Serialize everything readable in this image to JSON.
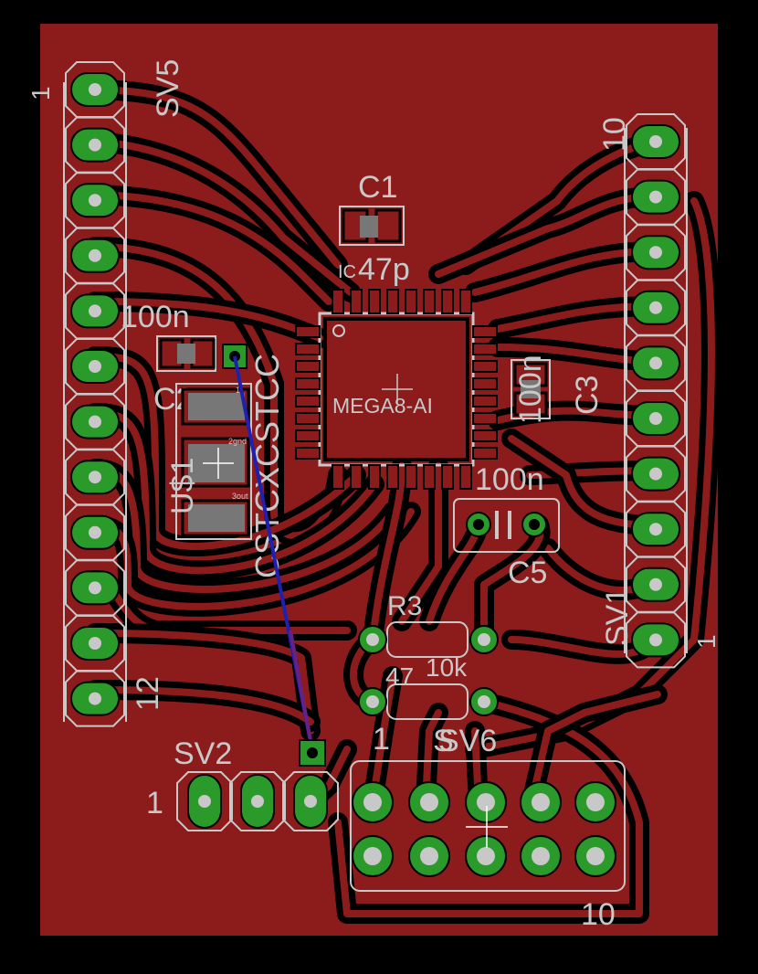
{
  "colors": {
    "background": "#000000",
    "copper": "#8c1c1c",
    "trace": "#8c1c1c",
    "pad": "#2a9a2a",
    "silk": "#c8c8c8",
    "airwire": "#2020b0"
  },
  "labels": {
    "sv5": "SV5",
    "sv5_pin1": "1",
    "sv5_pin12": "12",
    "sv1": "SV1",
    "sv1_pin1": "1",
    "sv1_pin10": "10",
    "sv2": "SV2",
    "sv2_pin1": "1",
    "sv6": "SV6",
    "sv6_pin1": "1",
    "sv6_pin10": "10",
    "sv6_overlap": "S",
    "c1": "C1",
    "c1_value": "47p",
    "ic_prefix": "IC",
    "ic_value": "MEGA8-AI",
    "c2": "C2",
    "c2_value": "100n",
    "c3": "C3",
    "c3_value": "100n",
    "c5": "C5",
    "c5_value": "100n",
    "r3": "R3",
    "r3_value": "10k",
    "r_lower_value": "47",
    "us1": "U$1",
    "resonator": "CSTCXCSTCC",
    "res_pin1": "1",
    "res_pin2": "2gnd",
    "res_pin3": "3out"
  }
}
